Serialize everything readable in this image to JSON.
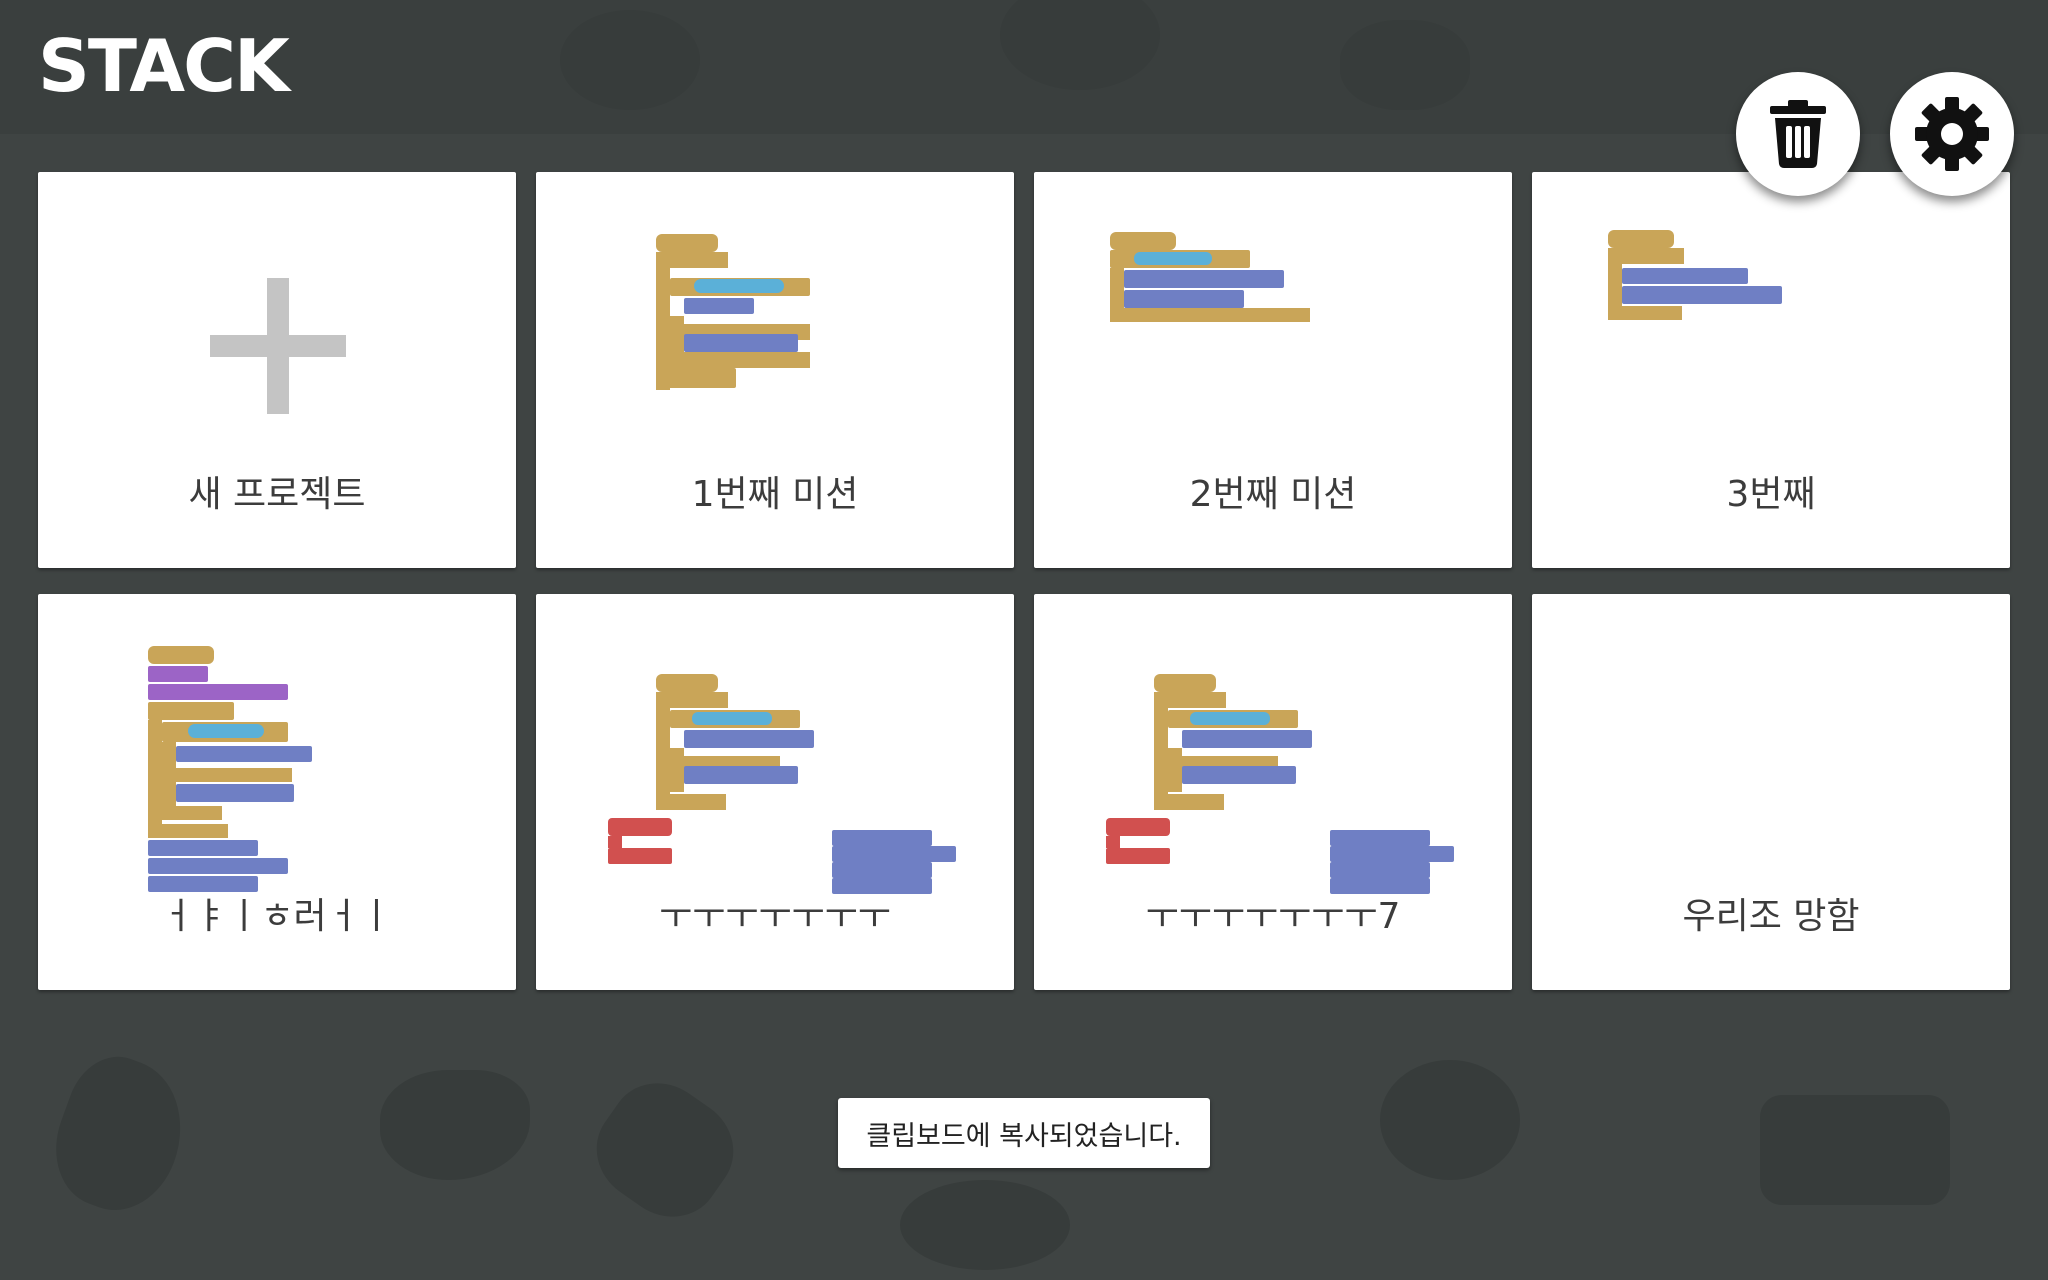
{
  "app": {
    "logo_text": "STACK"
  },
  "toolbar": {
    "trash_icon": "trash-icon",
    "settings_icon": "gear-icon"
  },
  "projects": [
    {
      "label": "새 프로젝트",
      "kind": "new-project",
      "icon": "plus-icon"
    },
    {
      "label": "1번째 미션",
      "kind": "project"
    },
    {
      "label": "2번째 미션",
      "kind": "project"
    },
    {
      "label": "3번째",
      "kind": "project"
    },
    {
      "label": "ㅓㅑㅣㅎ러ㅓㅣ",
      "kind": "project"
    },
    {
      "label": "ㅜㅜㅜㅜㅜㅜㅜ",
      "kind": "project"
    },
    {
      "label": "ㅜㅜㅜㅜㅜㅜㅜ7",
      "kind": "project"
    },
    {
      "label": "우리조 망함",
      "kind": "project"
    }
  ],
  "toast": {
    "message": "클립보드에 복사되었습니다."
  },
  "colors": {
    "background": "#3f4443",
    "card": "#ffffff",
    "block_control": "#c9a558",
    "block_motion": "#6f7fc4",
    "block_looks": "#9c64c6",
    "block_sensing": "#5bb0d8",
    "block_loop_red": "#d1504f"
  }
}
